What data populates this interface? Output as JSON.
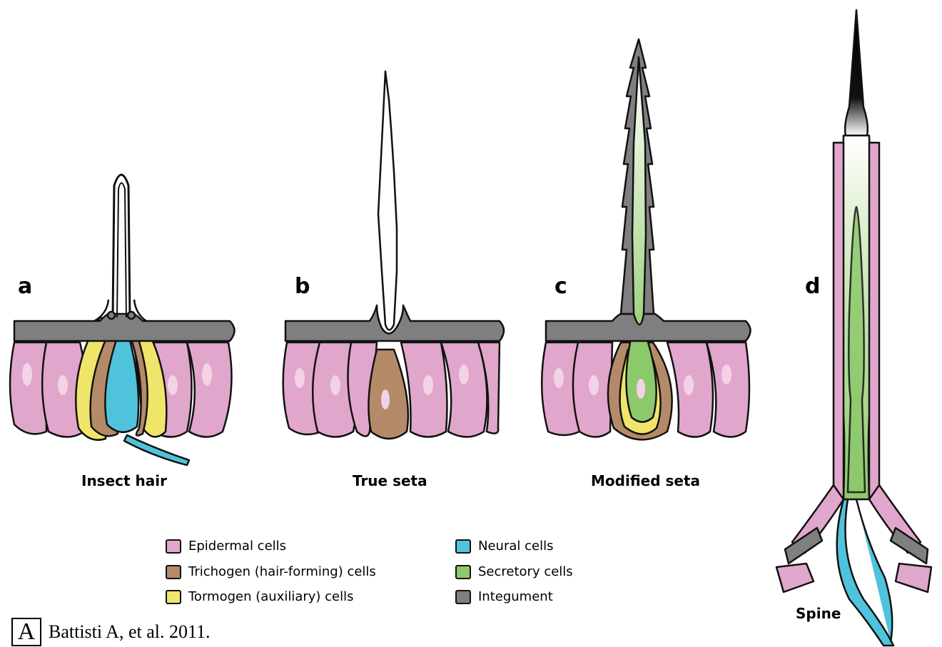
{
  "panels": [
    {
      "letter": "a",
      "caption": "Insect hair"
    },
    {
      "letter": "b",
      "caption": "True seta"
    },
    {
      "letter": "c",
      "caption": "Modified seta"
    },
    {
      "letter": "d",
      "caption": "Spine"
    }
  ],
  "legend": [
    {
      "label": "Epidermal cells",
      "color": "#e0a6cb"
    },
    {
      "label": "Trichogen (hair-forming) cells",
      "color": "#b48a68"
    },
    {
      "label": "Tormogen (auxiliary) cells",
      "color": "#efe56a"
    },
    {
      "label": "Neural cells",
      "color": "#4fc3dc"
    },
    {
      "label": "Secretory cells",
      "color": "#8cc96b"
    },
    {
      "label": "Integument",
      "color": "#7f7f80"
    }
  ],
  "credit": {
    "logo_text": "A",
    "text": "Battisti A, et al. 2011."
  }
}
